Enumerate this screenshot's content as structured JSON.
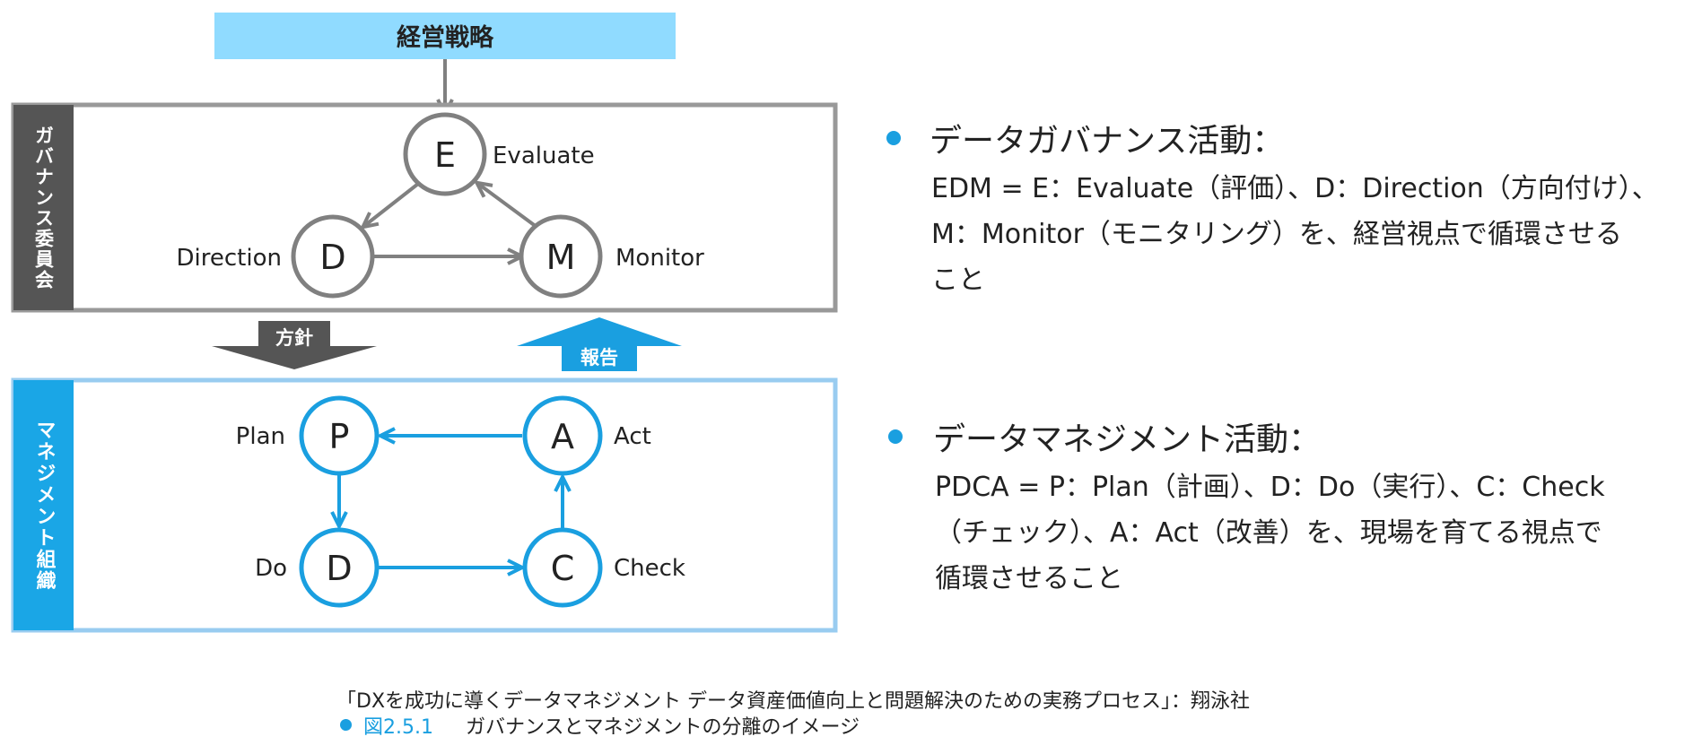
{
  "top_box": {
    "label": "経営戦略",
    "color": "#90dbff"
  },
  "governance": {
    "side_label": "ガバナンス委員会",
    "side_color": "#555555",
    "border_color": "#999999",
    "node_color": "#808080",
    "nodes": {
      "E": {
        "letter": "E",
        "label": "Evaluate"
      },
      "D": {
        "letter": "D",
        "label": "Direction"
      },
      "M": {
        "letter": "M",
        "label": "Monitor"
      }
    }
  },
  "management": {
    "side_label": "マネジメント組織",
    "side_color": "#1aa6e6",
    "border_color": "#99ccf0",
    "node_color": "#1a9fe0",
    "nodes": {
      "P": {
        "letter": "P",
        "label": "Plan"
      },
      "A": {
        "letter": "A",
        "label": "Act"
      },
      "D": {
        "letter": "D",
        "label": "Do"
      },
      "C": {
        "letter": "C",
        "label": "Check"
      }
    }
  },
  "arrows": {
    "policy": {
      "label": "方針",
      "color": "#555555"
    },
    "report": {
      "label": "報告",
      "color": "#1a9fe0"
    }
  },
  "bullets": [
    {
      "title": "データガバナンス活動：",
      "lines": [
        "EDM = E：Evaluate（評価）、D：Direction（方向付け）、",
        "M：Monitor（モニタリング）を、経営視点で循環させる",
        "こと"
      ]
    },
    {
      "title": "データマネジメント活動：",
      "lines": [
        "PDCA = P：Plan（計画）、D：Do（実行）、C：Check",
        "（チェック）、A：Act（改善）を、現場を育てる視点で",
        "循環させること"
      ]
    }
  ],
  "caption": {
    "source": "「DXを成功に導くデータマネジメント データ資産価値向上と問題解決のための実務プロセス」：翔泳社",
    "fig_number": "図2.5.1",
    "fig_title": "ガバナンスとマネジメントの分離のイメージ"
  }
}
